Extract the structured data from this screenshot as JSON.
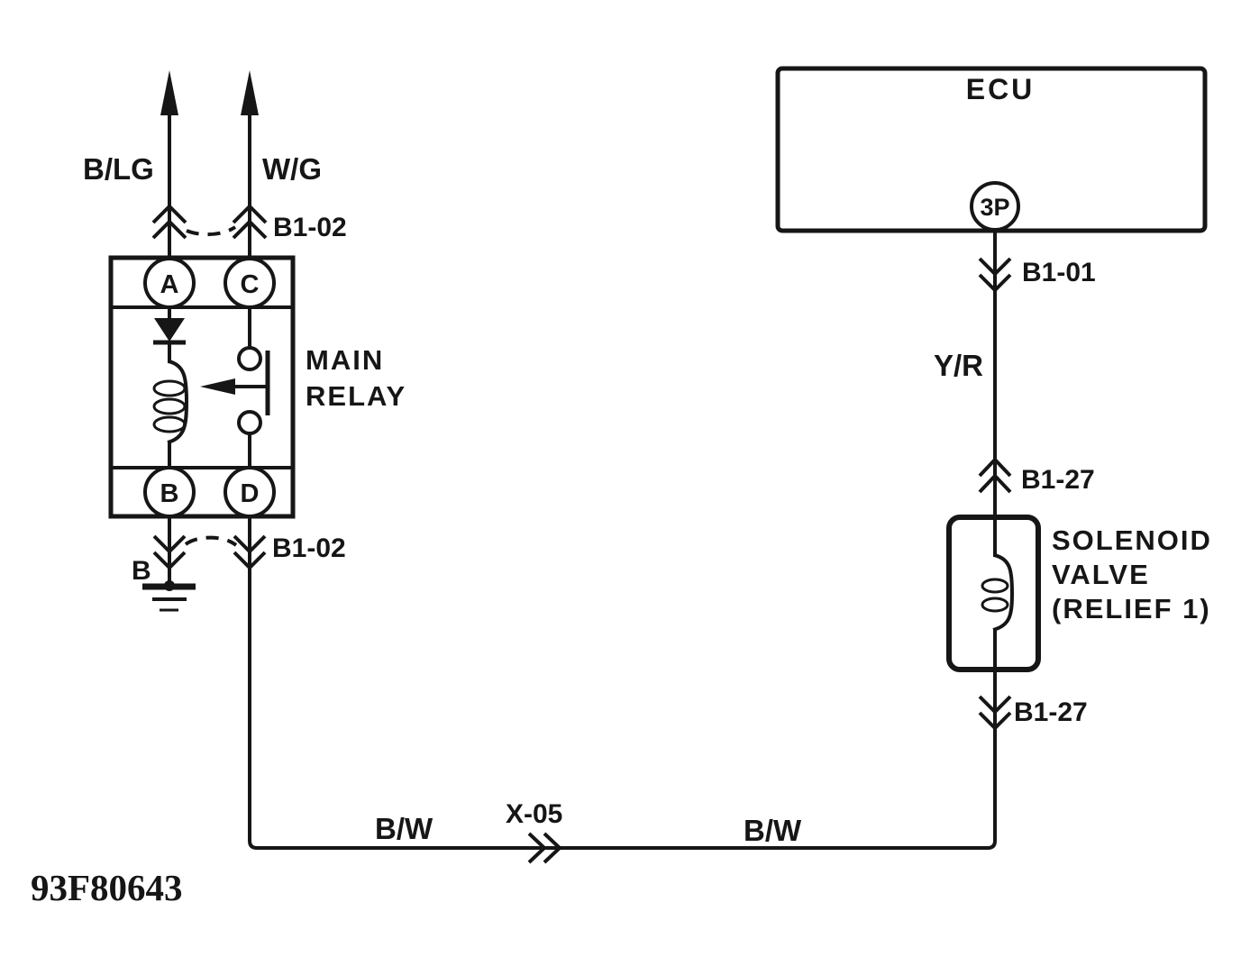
{
  "diagram": {
    "figure_id": "93F80643",
    "wires": {
      "blg": "B/LG",
      "wg": "W/G",
      "yr": "Y/R",
      "bw_left": "B/W",
      "bw_right": "B/W"
    },
    "connectors": {
      "b102_top": "B1-02",
      "b102_bottom": "B1-02",
      "b101": "B1-01",
      "b127_top": "B1-27",
      "b127_bottom": "B1-27",
      "x05": "X-05"
    },
    "main_relay": {
      "label_line1": "MAIN",
      "label_line2": "RELAY",
      "terminals": {
        "a": "A",
        "b": "B",
        "c": "C",
        "d": "D"
      }
    },
    "ecu": {
      "label": "ECU",
      "pin": "3P"
    },
    "solenoid_valve": {
      "label_line1": "SOLENOID",
      "label_line2": "VALVE",
      "label_line3": "(RELIEF 1)"
    },
    "ground": {
      "label": "B"
    },
    "colors": {
      "ink": "#161616",
      "background": "#ffffff"
    }
  }
}
